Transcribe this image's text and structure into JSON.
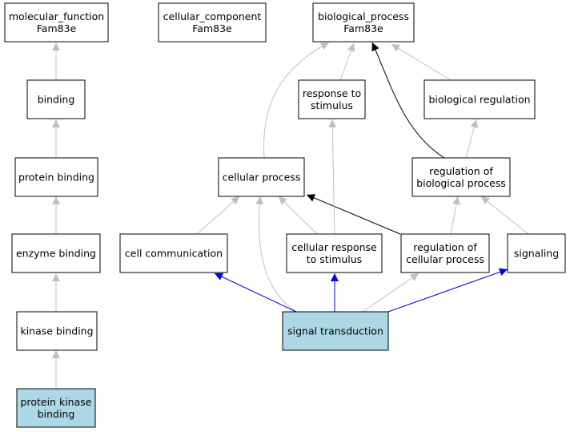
{
  "colors": {
    "highlight_fill": "#add8e6",
    "default_fill": "#ffffff",
    "edge_gray": "#c0c0c0",
    "edge_black": "#000000",
    "edge_blue": "#0000ee"
  },
  "nodes": [
    {
      "id": "molecular_function",
      "lines": [
        "molecular_function",
        "Fam83e"
      ],
      "highlighted": false
    },
    {
      "id": "cellular_component",
      "lines": [
        "cellular_component",
        "Fam83e"
      ],
      "highlighted": false
    },
    {
      "id": "biological_process",
      "lines": [
        "biological_process",
        "Fam83e"
      ],
      "highlighted": false
    },
    {
      "id": "binding",
      "lines": [
        "binding"
      ],
      "highlighted": false
    },
    {
      "id": "response_to_stimulus",
      "lines": [
        "response to",
        "stimulus"
      ],
      "highlighted": false
    },
    {
      "id": "biological_regulation",
      "lines": [
        "biological regulation"
      ],
      "highlighted": false
    },
    {
      "id": "protein_binding",
      "lines": [
        "protein binding"
      ],
      "highlighted": false
    },
    {
      "id": "cellular_process",
      "lines": [
        "cellular process"
      ],
      "highlighted": false
    },
    {
      "id": "regulation_of_biological_process",
      "lines": [
        "regulation of",
        "biological process"
      ],
      "highlighted": false
    },
    {
      "id": "enzyme_binding",
      "lines": [
        "enzyme binding"
      ],
      "highlighted": false
    },
    {
      "id": "cell_communication",
      "lines": [
        "cell communication"
      ],
      "highlighted": false
    },
    {
      "id": "cellular_response_to_stimulus",
      "lines": [
        "cellular response",
        "to stimulus"
      ],
      "highlighted": false
    },
    {
      "id": "regulation_of_cellular_process",
      "lines": [
        "regulation of",
        "cellular process"
      ],
      "highlighted": false
    },
    {
      "id": "signaling",
      "lines": [
        "signaling"
      ],
      "highlighted": false
    },
    {
      "id": "kinase_binding",
      "lines": [
        "kinase binding"
      ],
      "highlighted": false
    },
    {
      "id": "signal_transduction",
      "lines": [
        "signal transduction"
      ],
      "highlighted": true
    },
    {
      "id": "protein_kinase_binding",
      "lines": [
        "protein kinase",
        "binding"
      ],
      "highlighted": true
    }
  ],
  "edges": [
    {
      "from": "binding",
      "to": "molecular_function",
      "color": "gray"
    },
    {
      "from": "protein_binding",
      "to": "binding",
      "color": "gray"
    },
    {
      "from": "enzyme_binding",
      "to": "protein_binding",
      "color": "gray"
    },
    {
      "from": "kinase_binding",
      "to": "enzyme_binding",
      "color": "gray"
    },
    {
      "from": "protein_kinase_binding",
      "to": "kinase_binding",
      "color": "gray"
    },
    {
      "from": "response_to_stimulus",
      "to": "biological_process",
      "color": "gray"
    },
    {
      "from": "cellular_process",
      "to": "biological_process",
      "color": "gray"
    },
    {
      "from": "regulation_of_biological_process",
      "to": "biological_process",
      "color": "black"
    },
    {
      "from": "biological_regulation",
      "to": "biological_process",
      "color": "gray"
    },
    {
      "from": "regulation_of_biological_process",
      "to": "biological_regulation",
      "color": "gray"
    },
    {
      "from": "cell_communication",
      "to": "cellular_process",
      "color": "gray"
    },
    {
      "from": "cellular_response_to_stimulus",
      "to": "cellular_process",
      "color": "gray"
    },
    {
      "from": "regulation_of_cellular_process",
      "to": "cellular_process",
      "color": "black"
    },
    {
      "from": "signal_transduction",
      "to": "cellular_process",
      "color": "gray"
    },
    {
      "from": "cellular_response_to_stimulus",
      "to": "response_to_stimulus",
      "color": "gray"
    },
    {
      "from": "regulation_of_cellular_process",
      "to": "regulation_of_biological_process",
      "color": "gray"
    },
    {
      "from": "signaling",
      "to": "regulation_of_biological_process",
      "color": "gray"
    },
    {
      "from": "signal_transduction",
      "to": "cell_communication",
      "color": "blue"
    },
    {
      "from": "signal_transduction",
      "to": "cellular_response_to_stimulus",
      "color": "blue"
    },
    {
      "from": "signal_transduction",
      "to": "regulation_of_cellular_process",
      "color": "gray"
    },
    {
      "from": "signal_transduction",
      "to": "signaling",
      "color": "blue"
    }
  ]
}
